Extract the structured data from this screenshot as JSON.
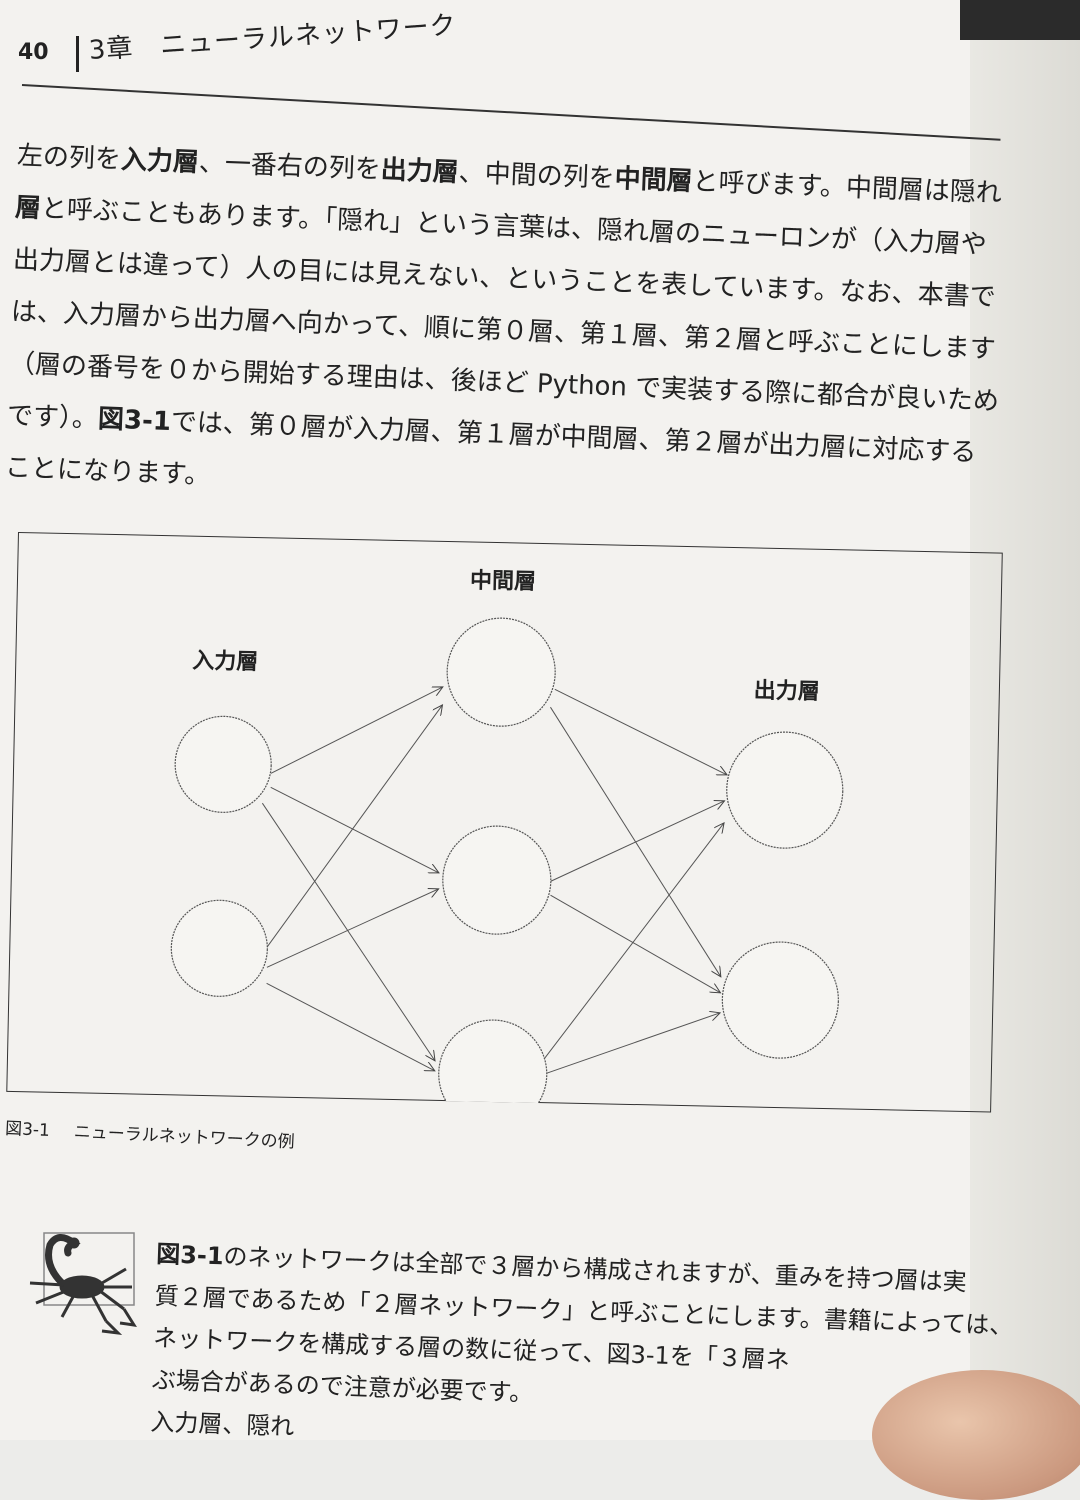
{
  "header": {
    "page_number": "40",
    "chapter": "3章　ニューラルネットワーク"
  },
  "body": {
    "lines": [
      {
        "pre": "左の列を",
        "b1": "入力層",
        "mid": "、一番右の列を",
        "b2": "出力層",
        "mid2": "、中間の列を",
        "b3": "中間層",
        "post": "と呼びます。中間層は隠れ"
      },
      {
        "pre": "",
        "b1": "層",
        "mid": "と呼ぶこともあります。「隠れ」という言葉は、隠れ層のニューロンが（入力層や",
        "b2": "",
        "mid2": "",
        "b3": "",
        "post": ""
      },
      {
        "pre": "出力層とは違って）人の目には見えない、ということを表しています。なお、本書で",
        "b1": "",
        "mid": "",
        "b2": "",
        "mid2": "",
        "b3": "",
        "post": ""
      },
      {
        "pre": "は、入力層から出力層へ向かって、順に第０層、第１層、第２層と呼ぶことにします",
        "b1": "",
        "mid": "",
        "b2": "",
        "mid2": "",
        "b3": "",
        "post": ""
      },
      {
        "pre": "（層の番号を０から開始する理由は、後ほど Python で実装する際に都合が良いため",
        "b1": "",
        "mid": "",
        "b2": "",
        "mid2": "",
        "b3": "",
        "post": ""
      },
      {
        "pre": "です）。",
        "b1": "図3-1",
        "mid": "では、第０層が入力層、第１層が中間層、第２層が出力層に対応する",
        "b2": "",
        "mid2": "",
        "b3": "",
        "post": ""
      },
      {
        "pre": "ことになります。",
        "b1": "",
        "mid": "",
        "b2": "",
        "mid2": "",
        "b3": "",
        "post": ""
      }
    ]
  },
  "figure": {
    "labels": {
      "input": "入力層",
      "hidden": "中間層",
      "output": "出力層"
    },
    "caption_num": "図3-1",
    "caption_text": "ニューラルネットワークの例"
  },
  "note": {
    "icon": "scorpion-icon",
    "lines": [
      {
        "b": "図3-1",
        "t": "のネットワークは全部で３層から構成されますが、重みを持つ層は実"
      },
      {
        "b": "",
        "t": "質２層であるため「２層ネットワーク」と呼ぶことにします。書籍によっては、"
      },
      {
        "b": "",
        "t": "ネットワークを構成する層の数に従って、図3-1を「３層ネ"
      },
      {
        "b": "",
        "t": "ぶ場合があるので注意が必要です。"
      },
      {
        "b": "",
        "t": "入力層、隠れ"
      }
    ]
  }
}
